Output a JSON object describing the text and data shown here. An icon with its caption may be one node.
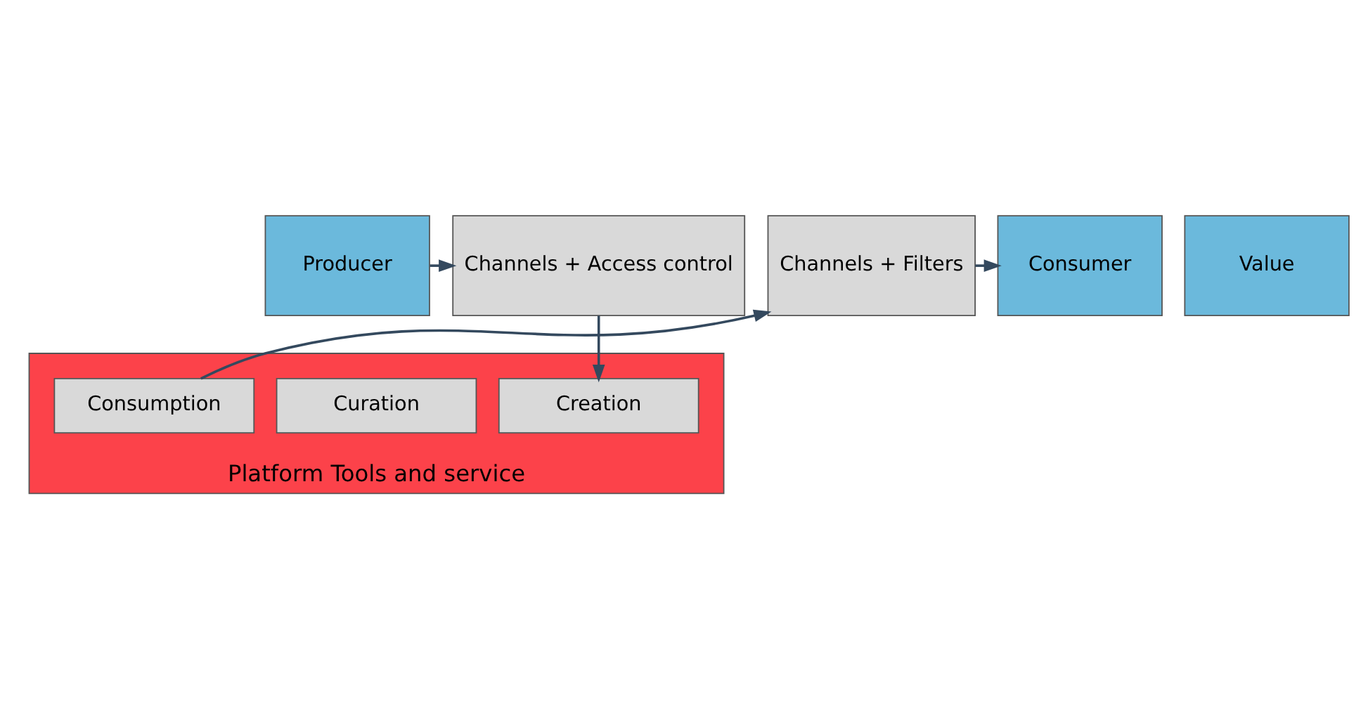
{
  "diagram": {
    "nodes": [
      {
        "text": [
          "Producer"
        ]
      },
      {
        "text": [
          "Channels + Access control"
        ]
      },
      {
        "text": [
          "Value"
        ]
      },
      {
        "text": [
          "Channels + Filters"
        ]
      },
      {
        "text": [
          "Consumer"
        ]
      },
      {
        "text": [
          "Platform Tools and service"
        ]
      },
      {
        "text": [
          "Creation"
        ],
        "in": 5
      },
      {
        "text": [
          "Curation"
        ],
        "in": 5
      },
      {
        "text": [
          "Consumption"
        ],
        "in": 5
      }
    ],
    "edges": [
      {
        "from": 0,
        "to": 1,
        "arrow": "to"
      },
      {
        "from": 1,
        "to": 6,
        "arrow": "to"
      },
      {
        "from": 8,
        "to": 3,
        "arrow": "to"
      },
      {
        "from": 3,
        "to": 4,
        "arrow": "to"
      }
    ]
  }
}
